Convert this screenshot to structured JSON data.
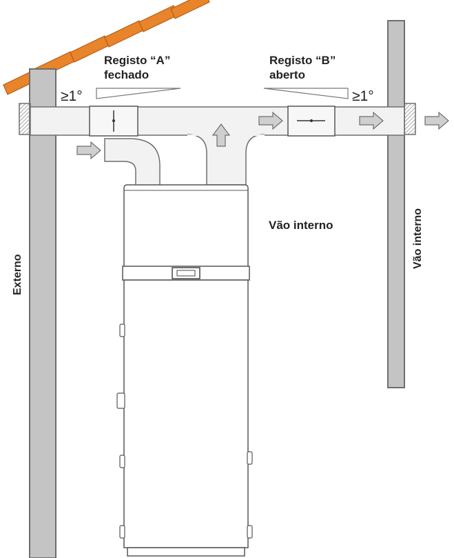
{
  "labels": {
    "register_a_line1": "Registo “A”",
    "register_a_line2": "fechado",
    "register_b_line1": "Registo “B”",
    "register_b_line2": "aberto",
    "internal_space_center": "Vão interno",
    "internal_space_right": "Vão interno",
    "external": "Externo",
    "slope_left": "≥1°",
    "slope_right": "≥1°"
  },
  "colors": {
    "roof_tile": "#e8842a",
    "roof_tile_edge": "#b85a16",
    "wall_fill": "#c4c4c4",
    "duct_fill": "#f2f2f2",
    "outline": "#6e6e6e",
    "arrow_fill": "#cfcfcf",
    "tank_fill": "#ffffff"
  },
  "icons": {
    "airflow_arrow": "arrow-right-icon",
    "airflow_up_arrow": "arrow-up-icon",
    "damper": "damper-icon",
    "control_panel": "display-panel-icon"
  }
}
